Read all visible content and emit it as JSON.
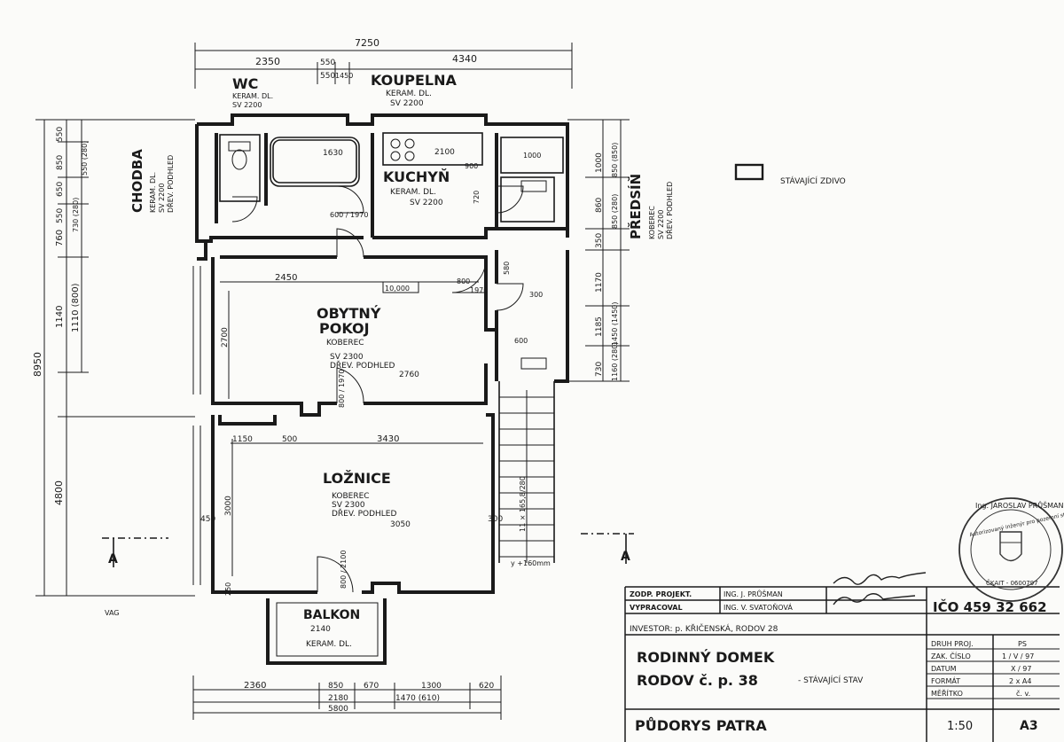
{
  "rooms": {
    "koupelna": {
      "name": "KOUPELNA",
      "floor": "KERAM. DL.",
      "sv": "SV 2200"
    },
    "wc": {
      "name": "WC",
      "floor": "KERAM. DL.",
      "sv": "SV 2200"
    },
    "chodba": {
      "name": "CHODBA",
      "floor": "KERAM. DL.",
      "sv": "SV 2200",
      "ceiling": "DŘEV. PODHLED"
    },
    "kuchyn": {
      "name": "KUCHYŇ",
      "floor": "KERAM. DL.",
      "sv": "SV 2200"
    },
    "predsin": {
      "name": "PŘEDSÍŇ",
      "floor": "KOBEREC",
      "sv": "SV 2200",
      "ceiling": "DŘEV. PODHLED"
    },
    "obytny": {
      "name1": "OBYTNÝ",
      "name2": "POKOJ",
      "floor": "KOBEREC",
      "sv": "SV 2300",
      "ceiling": "DŘEV. PODHLED",
      "h": "2760"
    },
    "loznice": {
      "name": "LOŽNICE",
      "floor": "KOBEREC",
      "sv": "SV 2300",
      "ceiling": "DŘEV. PODHLED",
      "h": "3050"
    },
    "balkon": {
      "name": "BALKON",
      "dim": "2140",
      "floor": "KERAM. DL."
    }
  },
  "dimensions": {
    "top_total": "7250",
    "top_left": "2350",
    "top_right": "4340",
    "top_mid_a": "550",
    "top_mid_b": "550",
    "top_mid_c": "1450",
    "left_total": "8950",
    "left_4800": "4800",
    "left_1140": "1140",
    "left_1110": "1110 (800)",
    "left_760": "760",
    "left_550": "550",
    "left_650": "650",
    "left_850": "850",
    "left_550b": "550",
    "left_730": "730 (280)",
    "left_550c": "550 (280)",
    "right_1000": "1000",
    "right_860": "860",
    "right_350": "350",
    "right_1170": "1170",
    "right_1185": "1185",
    "right_730": "730",
    "right_850": "850 (850)",
    "right_850b": "850 (280)",
    "right_1450": "1450 (1450)",
    "right_1160": "1160 (280)",
    "bot_2360": "2360",
    "bot_850": "850",
    "bot_670": "670",
    "bot_1300": "1300",
    "bot_620": "620",
    "bot_2180": "2180",
    "bot_1470": "1470 (610)",
    "bot_5800": "5800",
    "i_2450": "2450",
    "i_2700": "2700",
    "i_1150": "1150",
    "i_500": "500",
    "i_3430": "3430",
    "i_3000": "3000",
    "i_450": "450",
    "i_300": "300",
    "i_250": "250",
    "i_600_1970": "600 / 1970",
    "i_800_1970": "800 / 1970",
    "i_800_2100": "800 / 2100",
    "i_1630": "1630",
    "i_2100": "2100",
    "i_1000": "1000",
    "i_600": "600",
    "i_300b": "300",
    "i_10000": "10,000",
    "i_800": "800",
    "i_580": "580",
    "i_1970": "1970",
    "i_900": "900",
    "i_720": "720",
    "stair": "11 × 165,8/280",
    "stair_y": "y +160mm"
  },
  "legend": {
    "label": "STÁVAJÍCÍ ZDIVO"
  },
  "titleblock": {
    "zodp_label": "ZODP. PROJEKT.",
    "zodp_value": "ING. J. PRŮŠMAN",
    "vypr_label": "VYPRACOVAL",
    "vypr_value": "ING. V. SVATOŇOVÁ",
    "ico": "IČO 459 32 662",
    "investor": "INVESTOR: p. KŘIČENSKÁ, RODOV 28",
    "title1": "RODINNÝ DOMEK",
    "title2": "RODOV  č. p. 38",
    "title2b": "- STÁVAJÍCÍ STAV",
    "drawing": "PŮDORYS PATRA",
    "scale": "1:50",
    "format_sheet": "A3",
    "rows": [
      {
        "label": "DRUH PROJ.",
        "value": "PS"
      },
      {
        "label": "ZAK. ČÍSLO",
        "value": "1 / V / 97"
      },
      {
        "label": "DATUM",
        "value": "X / 97"
      },
      {
        "label": "FORMÁT",
        "value": "2 x A4"
      },
      {
        "label": "MĚŘÍTKO",
        "value": "č. v."
      }
    ]
  },
  "stamp": {
    "top": "Ing. JAROSLAV PRŮŠMAN",
    "ring": "Autorizovaný inženýr pro pozemní stavby",
    "bottom": "ČKAIT - 0600797"
  },
  "section_mark": "A",
  "faint": "VAG"
}
